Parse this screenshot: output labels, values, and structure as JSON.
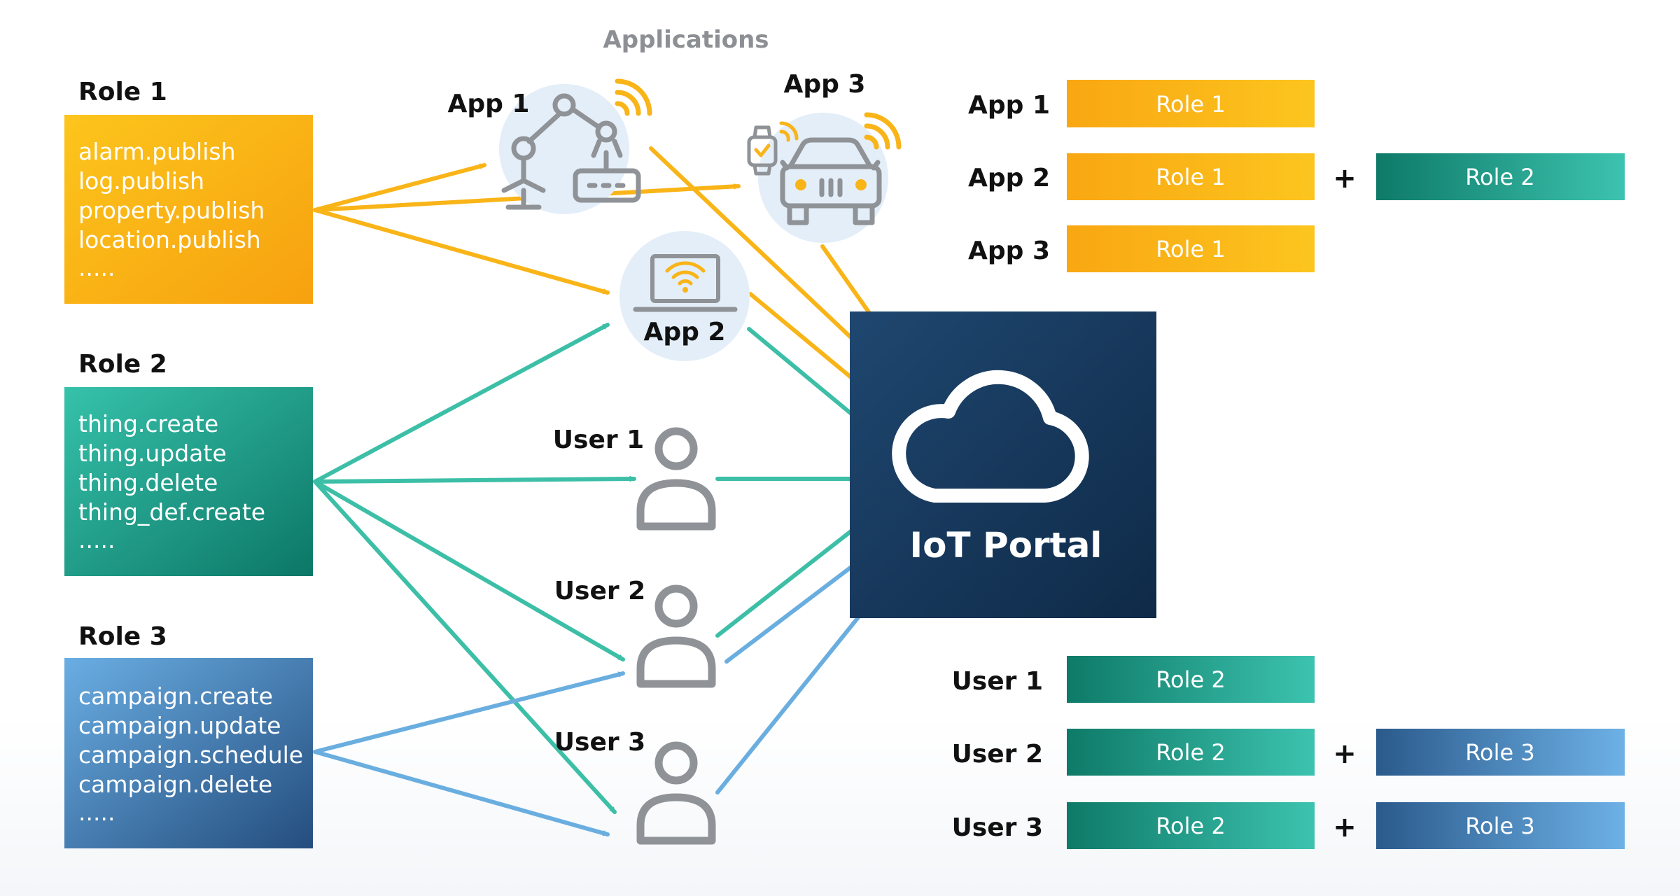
{
  "header": {
    "applications_label": "Applications"
  },
  "roles": [
    {
      "title": "Role 1",
      "permissions": [
        "alarm.publish",
        "log.publish",
        "property.publish",
        "location.publish",
        "....."
      ]
    },
    {
      "title": "Role 2",
      "permissions": [
        "thing.create",
        "thing.update",
        "thing.delete",
        "thing_def.create",
        "....."
      ]
    },
    {
      "title": "Role 3",
      "permissions": [
        "campaign.create",
        "campaign.update",
        "campaign.schedule",
        "campaign.delete",
        "....."
      ]
    }
  ],
  "apps": [
    {
      "label": "App 1",
      "icon": "robot-arm-icon"
    },
    {
      "label": "App 2",
      "icon": "laptop-wifi-icon"
    },
    {
      "label": "App 3",
      "icon": "connected-car-icon"
    }
  ],
  "users": [
    {
      "label": "User 1",
      "icon": "user-icon"
    },
    {
      "label": "User 2",
      "icon": "user-icon"
    },
    {
      "label": "User 3",
      "icon": "user-icon"
    }
  ],
  "portal": {
    "label": "IoT Portal",
    "icon": "cloud-icon"
  },
  "assignments": [
    {
      "entity": "App 1",
      "roles": [
        "Role 1"
      ]
    },
    {
      "entity": "App 2",
      "roles": [
        "Role 1",
        "Role 2"
      ]
    },
    {
      "entity": "App 3",
      "roles": [
        "Role 1"
      ]
    },
    {
      "entity": "User 1",
      "roles": [
        "Role 2"
      ]
    },
    {
      "entity": "User 2",
      "roles": [
        "Role 2",
        "Role 3"
      ]
    },
    {
      "entity": "User 3",
      "roles": [
        "Role 2",
        "Role 3"
      ]
    }
  ],
  "plus_sign": "+",
  "colors": {
    "role1": "#f9b418",
    "role2": "#2aa98f",
    "role3": "#4e8fca",
    "portal_bg": "#173a5e",
    "icon_gray": "#8f9296",
    "icon_circle": "#e3eef8"
  }
}
